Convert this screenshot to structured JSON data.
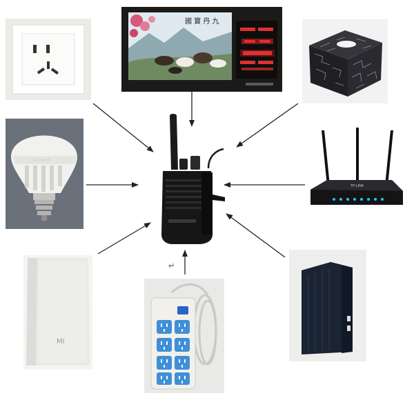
{
  "diagram": {
    "center_device": {
      "icon": "walkie-talkie-icon"
    },
    "peripherals": [
      {
        "id": "wall-socket",
        "icon": "wall-socket-icon"
      },
      {
        "id": "digital-calendar-frame",
        "icon": "calendar-frame-icon"
      },
      {
        "id": "tissue-box",
        "icon": "tissue-box-icon"
      },
      {
        "id": "led-bulb",
        "icon": "light-bulb-icon"
      },
      {
        "id": "wifi-router",
        "icon": "router-icon"
      },
      {
        "id": "power-bank",
        "icon": "power-bank-icon"
      },
      {
        "id": "power-strip",
        "icon": "power-strip-icon"
      },
      {
        "id": "network-box",
        "icon": "network-box-icon"
      }
    ],
    "power_bank_logo": "MI",
    "paragraph_mark": "↵",
    "colors": {
      "arrow": "#222222",
      "calendar_digits": "#e03030",
      "router_leds": "#1ec8ff",
      "strip_sockets": "#3f8fd8"
    }
  }
}
